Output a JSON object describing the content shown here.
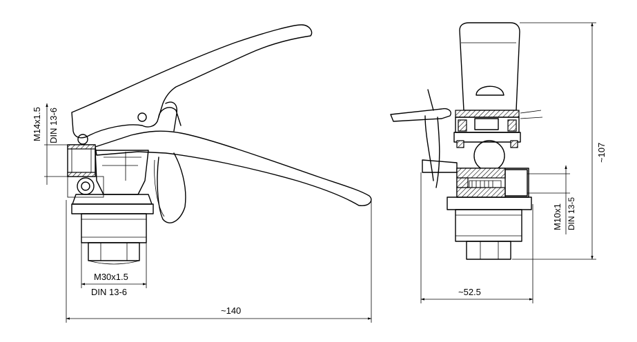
{
  "side_view": {
    "outlet_thread": "M14x1.5",
    "outlet_standard": "DIN 13-6",
    "neck_thread": "M30x1.5",
    "neck_standard": "DIN 13-6",
    "overall_length": "~140"
  },
  "front_view": {
    "port_thread": "M10x1",
    "port_standard": "DIN 13-5",
    "height": "~107",
    "width": "~52.5"
  }
}
